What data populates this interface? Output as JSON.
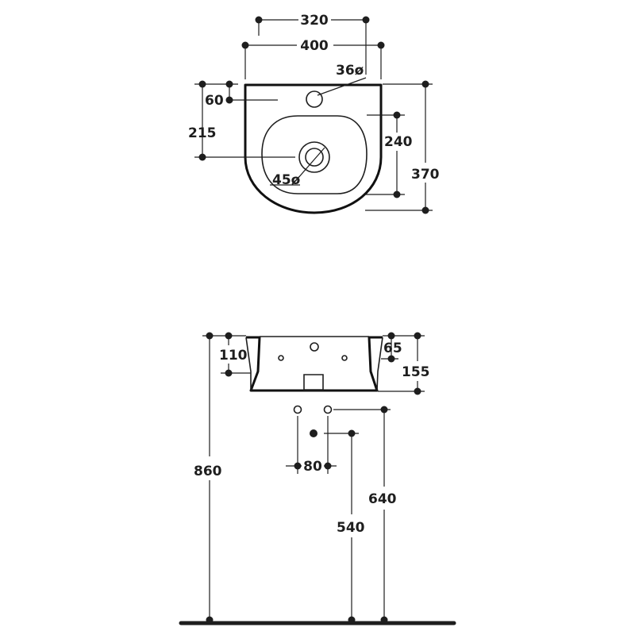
{
  "colors": {
    "ink": "#1e1e1e",
    "background": "#ffffff"
  },
  "top_view": {
    "dims": {
      "width_inner": "320",
      "width_outer": "400",
      "tap_hole_dia": "36ø",
      "tap_offset": "60",
      "drain_offset": "215",
      "bowl_depth": "240",
      "total_depth": "370",
      "drain_dia": "45ø"
    }
  },
  "front_view": {
    "dims": {
      "inner_height": "110",
      "rim_offset": "65",
      "total_height": "155",
      "pipe_spacing": "80",
      "waste_height": "540",
      "supply_height": "640",
      "mount_height": "860"
    }
  }
}
